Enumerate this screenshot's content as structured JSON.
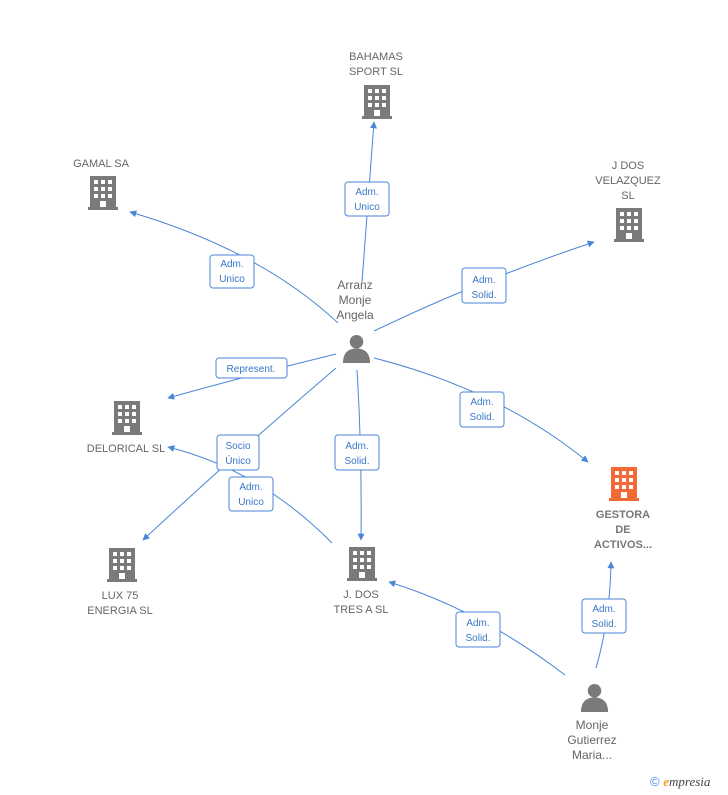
{
  "colors": {
    "edge": "#4a86d8",
    "building": "#7a7a7a",
    "highlight_building": "#f26a35",
    "person": "#7a7a7a"
  },
  "nodes": [
    {
      "id": "bahamas",
      "type": "company",
      "label_lines": [
        "BAHAMAS",
        "SPORT  SL"
      ],
      "highlight": false
    },
    {
      "id": "gamal",
      "type": "company",
      "label_lines": [
        "GAMAL SA"
      ],
      "highlight": false
    },
    {
      "id": "jdosvel",
      "type": "company",
      "label_lines": [
        "J DOS",
        "VELAZQUEZ",
        "SL"
      ],
      "highlight": false
    },
    {
      "id": "delorical",
      "type": "company",
      "label_lines": [
        "DELORICAL  SL"
      ],
      "highlight": false
    },
    {
      "id": "gestora",
      "type": "company",
      "label_lines": [
        "GESTORA",
        "DE",
        "ACTIVOS..."
      ],
      "highlight": true
    },
    {
      "id": "lux",
      "type": "company",
      "label_lines": [
        "LUX 75",
        "ENERGIA SL"
      ],
      "highlight": false
    },
    {
      "id": "jdostres",
      "type": "company",
      "label_lines": [
        "J.  DOS",
        "TRES A SL"
      ],
      "highlight": false
    },
    {
      "id": "arranz",
      "type": "person",
      "label_lines": [
        "Arranz",
        "Monje",
        "Angela"
      ],
      "highlight": false
    },
    {
      "id": "monje",
      "type": "person",
      "label_lines": [
        "Monje",
        "Gutierrez",
        "Maria..."
      ],
      "highlight": false
    }
  ],
  "edges": [
    {
      "id": "e1",
      "label_lines": [
        "Adm.",
        "Unico"
      ]
    },
    {
      "id": "e2",
      "label_lines": [
        "Adm.",
        "Unico"
      ]
    },
    {
      "id": "e3",
      "label_lines": [
        "Adm.",
        "Solid."
      ]
    },
    {
      "id": "e4",
      "label_lines": [
        "Represent."
      ]
    },
    {
      "id": "e5",
      "label_lines": [
        "Adm.",
        "Solid."
      ]
    },
    {
      "id": "e6",
      "label_lines": [
        "Adm.",
        "Solid."
      ]
    },
    {
      "id": "e7",
      "label_lines": [
        "Socio",
        "Único"
      ]
    },
    {
      "id": "e8",
      "label_lines": [
        "Adm.",
        "Unico"
      ]
    },
    {
      "id": "e9",
      "label_lines": [
        "Adm.",
        "Solid."
      ]
    },
    {
      "id": "e10",
      "label_lines": [
        "Adm.",
        "Solid."
      ]
    }
  ],
  "footer": {
    "copyright": "©",
    "brand_initial": "e",
    "brand_rest": "mpresia"
  }
}
